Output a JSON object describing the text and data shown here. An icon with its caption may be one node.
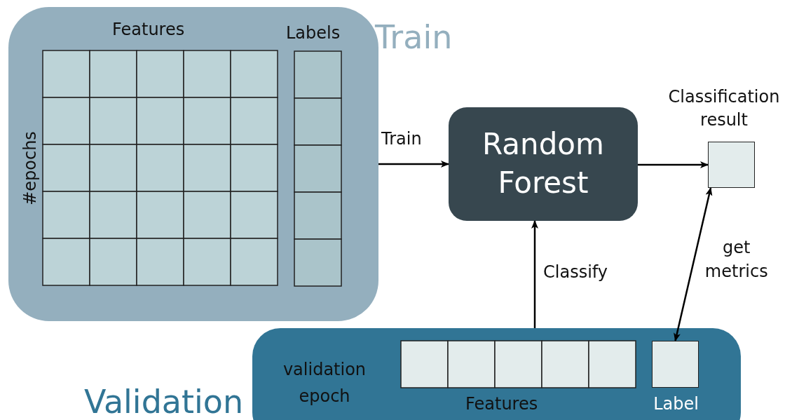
{
  "diagram": {
    "nodes": [
      {
        "text": [
          "Train"
        ]
      },
      {
        "text": [
          "Random Forest"
        ]
      },
      {
        "text": [],
        "shape": "box",
        "beside": [
          "Classification result"
        ]
      },
      {
        "text": [
          "Validation"
        ]
      },
      {
        "text": [],
        "shape": "box",
        "in": 3,
        "beside": [
          "Label"
        ]
      }
    ],
    "edges": [
      {
        "from": 0,
        "to": 1,
        "arrow": "to",
        "label": "Train"
      },
      {
        "from": 1,
        "to": 2,
        "arrow": "to"
      },
      {
        "from": 3,
        "to": 1,
        "arrow": "to",
        "label": "Classify"
      },
      {
        "from": 2,
        "to": 4,
        "arrow": "both",
        "label": "get metrics"
      }
    ],
    "labels": [
      "Features",
      "Labels",
      "#epochs",
      "validation epoch",
      "Features"
    ]
  }
}
